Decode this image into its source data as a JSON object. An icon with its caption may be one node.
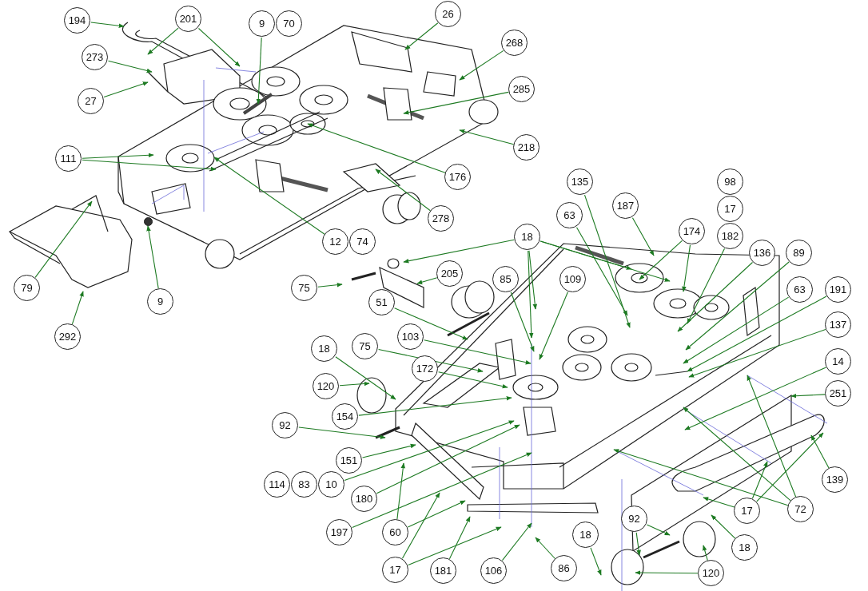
{
  "diagram": {
    "nodes": [
      {
        "text": [
          "194"
        ]
      },
      {
        "text": [
          "201"
        ]
      },
      {
        "text": [
          "9"
        ]
      },
      {
        "text": [
          "70"
        ]
      },
      {
        "text": [
          "273"
        ]
      },
      {
        "text": [
          "27"
        ]
      },
      {
        "text": [
          "26"
        ]
      },
      {
        "text": [
          "268"
        ]
      },
      {
        "text": [
          "285"
        ]
      },
      {
        "text": [
          "111"
        ]
      },
      {
        "text": [
          "176"
        ]
      },
      {
        "text": [
          "218"
        ]
      },
      {
        "text": [
          "12"
        ]
      },
      {
        "text": [
          "74"
        ]
      },
      {
        "text": [
          "278"
        ]
      },
      {
        "text": [
          "79"
        ]
      },
      {
        "text": [
          "9"
        ]
      },
      {
        "text": [
          "292"
        ]
      },
      {
        "text": [
          "135"
        ]
      },
      {
        "text": [
          "187"
        ]
      },
      {
        "text": [
          "98"
        ]
      },
      {
        "text": [
          "17"
        ]
      },
      {
        "text": [
          "182"
        ]
      },
      {
        "text": [
          "174"
        ]
      },
      {
        "text": [
          "63"
        ]
      },
      {
        "text": [
          "18"
        ]
      },
      {
        "text": [
          "136"
        ]
      },
      {
        "text": [
          "89"
        ]
      },
      {
        "text": [
          "75"
        ]
      },
      {
        "text": [
          "205"
        ]
      },
      {
        "text": [
          "85"
        ]
      },
      {
        "text": [
          "109"
        ]
      },
      {
        "text": [
          "51"
        ]
      },
      {
        "text": [
          "63"
        ]
      },
      {
        "text": [
          "191"
        ]
      },
      {
        "text": [
          "103"
        ]
      },
      {
        "text": [
          "137"
        ]
      },
      {
        "text": [
          "18"
        ]
      },
      {
        "text": [
          "75"
        ]
      },
      {
        "text": [
          "172"
        ]
      },
      {
        "text": [
          "120"
        ]
      },
      {
        "text": [
          "14"
        ]
      },
      {
        "text": [
          "154"
        ]
      },
      {
        "text": [
          "251"
        ]
      },
      {
        "text": [
          "92"
        ]
      },
      {
        "text": [
          "151"
        ]
      },
      {
        "text": [
          "114"
        ]
      },
      {
        "text": [
          "83"
        ]
      },
      {
        "text": [
          "10"
        ]
      },
      {
        "text": [
          "180"
        ]
      },
      {
        "text": [
          "139"
        ]
      },
      {
        "text": [
          "72"
        ]
      },
      {
        "text": [
          "17"
        ]
      },
      {
        "text": [
          "197"
        ]
      },
      {
        "text": [
          "60"
        ]
      },
      {
        "text": [
          "17"
        ]
      },
      {
        "text": [
          "181"
        ]
      },
      {
        "text": [
          "106"
        ]
      },
      {
        "text": [
          "86"
        ]
      },
      {
        "text": [
          "92"
        ]
      },
      {
        "text": [
          "18"
        ]
      },
      {
        "text": [
          "120"
        ]
      },
      {
        "text": [
          "18"
        ]
      },
      {
        "text": [],
        "shape": "picture"
      },
      {
        "text": [],
        "shape": "circle"
      }
    ],
    "edges": [
      {
        "from": 0,
        "to": null,
        "arrow": "to"
      },
      {
        "from": 1,
        "to": null,
        "arrow": "to"
      },
      {
        "from": 1,
        "to": null,
        "arrow": "to"
      },
      {
        "from": 2,
        "to": null,
        "arrow": "to"
      },
      {
        "from": 4,
        "to": null,
        "arrow": "to"
      },
      {
        "from": 5,
        "to": null,
        "arrow": "to"
      },
      {
        "from": 6,
        "to": null,
        "arrow": "to"
      },
      {
        "from": 7,
        "to": null,
        "arrow": "to"
      },
      {
        "from": 8,
        "to": null,
        "arrow": "to"
      },
      {
        "from": 9,
        "to": null,
        "arrow": "to"
      },
      {
        "from": 9,
        "to": null,
        "arrow": "to"
      },
      {
        "from": 10,
        "to": null,
        "arrow": "to"
      },
      {
        "from": 11,
        "to": null,
        "arrow": "to"
      },
      {
        "from": 12,
        "to": null,
        "arrow": "to"
      },
      {
        "from": 14,
        "to": null,
        "arrow": "to"
      },
      {
        "from": 15,
        "to": 63,
        "arrow": "to"
      },
      {
        "from": 16,
        "to": 64,
        "arrow": "to"
      },
      {
        "from": 17,
        "to": 63,
        "arrow": "to"
      },
      {
        "from": 18,
        "to": null,
        "arrow": "to"
      },
      {
        "from": 19,
        "to": null,
        "arrow": "to"
      },
      {
        "from": 22,
        "to": null,
        "arrow": "to"
      },
      {
        "from": 23,
        "to": null,
        "arrow": "to"
      },
      {
        "from": 23,
        "to": null,
        "arrow": "to"
      },
      {
        "from": 24,
        "to": null,
        "arrow": "to"
      },
      {
        "from": 25,
        "to": null,
        "arrow": "to"
      },
      {
        "from": 25,
        "to": null,
        "arrow": "to"
      },
      {
        "from": 25,
        "to": null,
        "arrow": "to"
      },
      {
        "from": 25,
        "to": null,
        "arrow": "to"
      },
      {
        "from": 25,
        "to": null,
        "arrow": "to"
      },
      {
        "from": 26,
        "to": null,
        "arrow": "to"
      },
      {
        "from": 27,
        "to": null,
        "arrow": "to"
      },
      {
        "from": 28,
        "to": null,
        "arrow": "to"
      },
      {
        "from": 29,
        "to": null,
        "arrow": "to"
      },
      {
        "from": 30,
        "to": null,
        "arrow": "to"
      },
      {
        "from": 31,
        "to": null,
        "arrow": "to"
      },
      {
        "from": 32,
        "to": null,
        "arrow": "to"
      },
      {
        "from": 33,
        "to": null,
        "arrow": "to"
      },
      {
        "from": 34,
        "to": null,
        "arrow": "to"
      },
      {
        "from": 35,
        "to": null,
        "arrow": "to"
      },
      {
        "from": 36,
        "to": null,
        "arrow": "to"
      },
      {
        "from": 37,
        "to": null,
        "arrow": "to"
      },
      {
        "from": 38,
        "to": null,
        "arrow": "to"
      },
      {
        "from": 39,
        "to": null,
        "arrow": "to"
      },
      {
        "from": 40,
        "to": null,
        "arrow": "to"
      },
      {
        "from": 41,
        "to": null,
        "arrow": "to"
      },
      {
        "from": 42,
        "to": null,
        "arrow": "to"
      },
      {
        "from": 43,
        "to": null,
        "arrow": "to"
      },
      {
        "from": 44,
        "to": null,
        "arrow": "to"
      },
      {
        "from": 45,
        "to": null,
        "arrow": "to"
      },
      {
        "from": 48,
        "to": null,
        "arrow": "to"
      },
      {
        "from": 49,
        "to": null,
        "arrow": "to"
      },
      {
        "from": 50,
        "to": null,
        "arrow": "to"
      },
      {
        "from": 51,
        "to": null,
        "arrow": "to"
      },
      {
        "from": 51,
        "to": null,
        "arrow": "to"
      },
      {
        "from": 51,
        "to": null,
        "arrow": "to"
      },
      {
        "from": 52,
        "to": null,
        "arrow": "to"
      },
      {
        "from": 52,
        "to": null,
        "arrow": "to"
      },
      {
        "from": 52,
        "to": null,
        "arrow": "to"
      },
      {
        "from": 53,
        "to": null,
        "arrow": "to"
      },
      {
        "from": 54,
        "to": null,
        "arrow": "to"
      },
      {
        "from": 54,
        "to": null,
        "arrow": "to"
      },
      {
        "from": 55,
        "to": null,
        "arrow": "to"
      },
      {
        "from": 55,
        "to": null,
        "arrow": "to"
      },
      {
        "from": 56,
        "to": null,
        "arrow": "to"
      },
      {
        "from": 57,
        "to": null,
        "arrow": "to"
      },
      {
        "from": 58,
        "to": null,
        "arrow": "to"
      },
      {
        "from": 59,
        "to": null,
        "arrow": "to"
      },
      {
        "from": 59,
        "to": null,
        "arrow": "to"
      },
      {
        "from": 60,
        "to": null,
        "arrow": "to"
      },
      {
        "from": 61,
        "to": null,
        "arrow": "to"
      },
      {
        "from": 61,
        "to": null,
        "arrow": "to"
      },
      {
        "from": 62,
        "to": null,
        "arrow": "to"
      }
    ]
  }
}
